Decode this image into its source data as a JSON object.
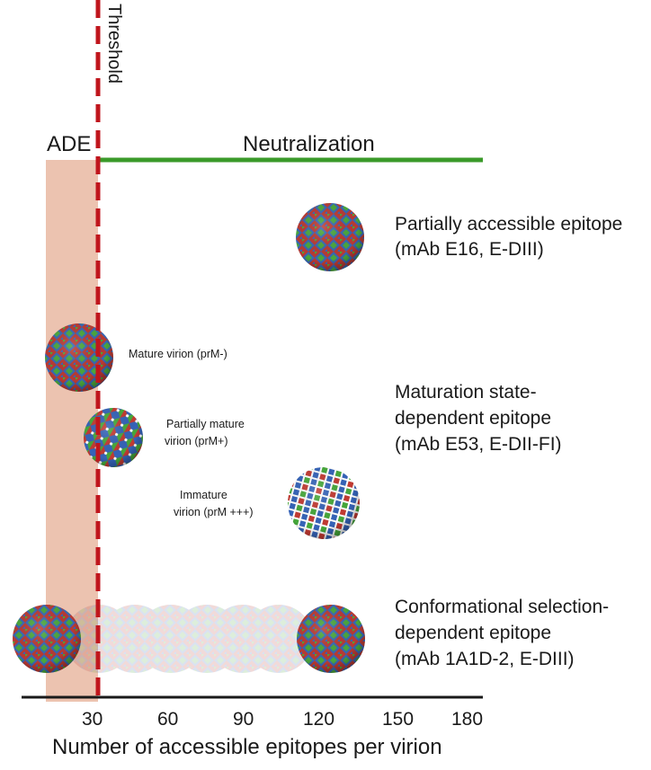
{
  "threshold": {
    "label": "Threshold"
  },
  "regions": {
    "ade": "ADE",
    "neutralization": "Neutralization"
  },
  "axis": {
    "title": "Number of accessible epitopes per virion",
    "ticks": [
      "30",
      "60",
      "90",
      "120",
      "150",
      "180"
    ],
    "tick_values": [
      30,
      60,
      90,
      120,
      150,
      180
    ],
    "range": [
      0,
      180
    ],
    "threshold_value": 30
  },
  "colors": {
    "threshold": "#c0161d",
    "neutralization_line": "#3a9a2a",
    "ade_band": "#e9b9a2",
    "axis": "#1a1a1a",
    "virion_red": "#c23a32",
    "virion_blue": "#3563b8",
    "virion_green": "#46a83a"
  },
  "epitopes": {
    "partially_accessible": {
      "line1": "Partially accessible epitope",
      "line2": "(mAb E16, E-DIII)"
    },
    "maturation": {
      "line1": "Maturation state-",
      "line2": "dependent epitope",
      "line3": "(mAb E53, E-DII-FI)"
    },
    "conformational": {
      "line1": "Conformational selection-",
      "line2": "dependent epitope",
      "line3": "(mAb 1A1D-2, E-DIII)"
    }
  },
  "virions": {
    "mature": "Mature virion (prM-)",
    "partially_mature_1": "Partially  mature",
    "partially_mature_2": "virion  (prM+)",
    "immature_1": "Immature",
    "immature_2": "virion (prM +++)"
  }
}
